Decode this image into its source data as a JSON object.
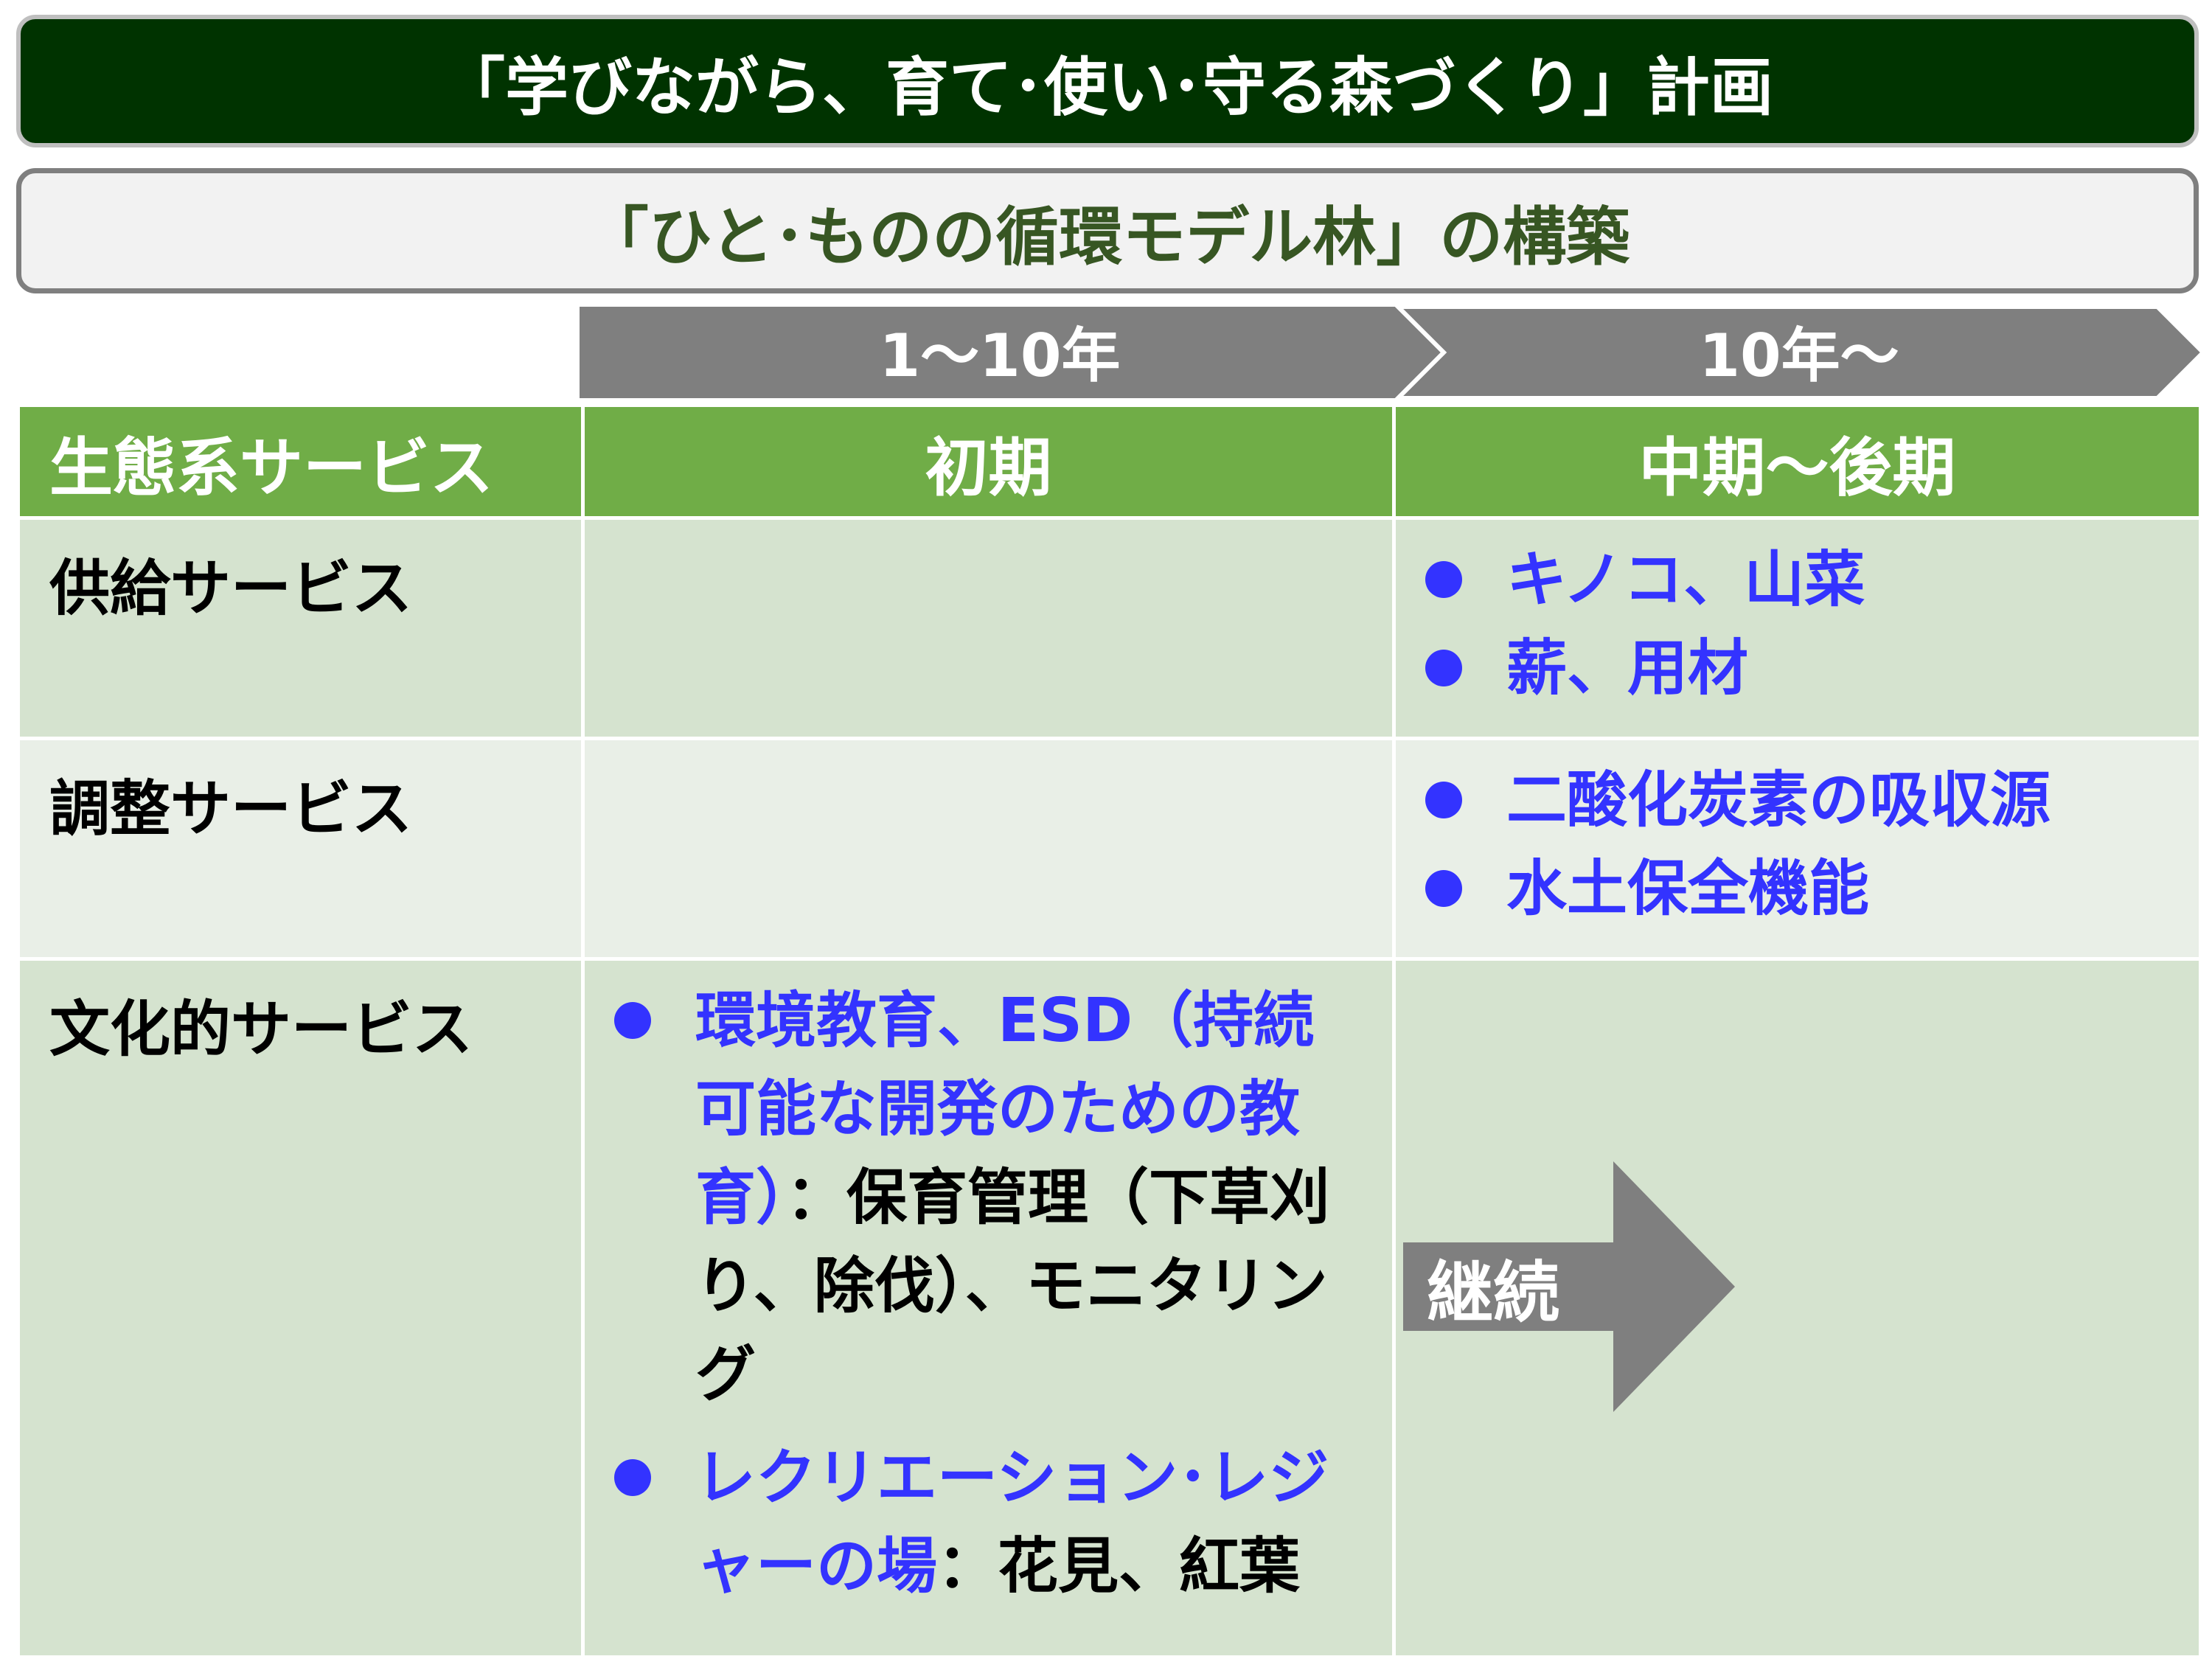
{
  "title": "「学びながら、育て･使い･守る森づくり」計画",
  "subtitle": "「ひと･ものの循環モデル林」の構築",
  "phases": [
    "1～10年",
    "10年～"
  ],
  "table": {
    "headers": [
      "生態系サービス",
      "初期",
      "中期～後期"
    ],
    "rows": [
      {
        "label": "供給サービス",
        "early": [],
        "later": [
          "キノコ、山菜",
          "薪、用材"
        ]
      },
      {
        "label": "調整サービス",
        "early": [],
        "later": [
          "二酸化炭素の吸収源",
          "水土保全機能"
        ]
      },
      {
        "label": "文化的サービス",
        "early": [
          {
            "highlight": "環境教育、ESD（持続可能な開発のための教育）",
            "sep": "：",
            "detail": "保育管理（下草刈り、除伐）、モニタリング"
          },
          {
            "highlight": "レクリエーション･レジャーの場",
            "sep": "：",
            "detail": "花見、紅葉"
          }
        ],
        "later_arrow_label": "継続"
      }
    ]
  },
  "colors": {
    "title_bg": "#003300",
    "subtitle_text": "#375623",
    "header_bg": "#70ad47",
    "row_bg_a": "#d5e3cf",
    "row_bg_b": "#e9efe7",
    "arrow_gray": "#7f7f7f",
    "accent_blue": "#3333ff"
  }
}
